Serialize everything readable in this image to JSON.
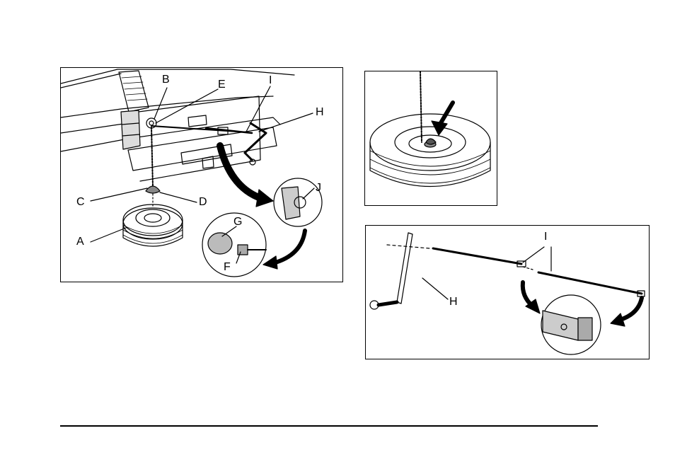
{
  "figure_left": {
    "labels": {
      "A": "A",
      "B": "B",
      "C": "C",
      "D": "D",
      "E": "E",
      "F": "F",
      "G": "G",
      "H": "H",
      "I": "I",
      "J": "J"
    }
  },
  "figure_tire": {},
  "figure_tools": {
    "labels": {
      "H": "H",
      "I": "I"
    }
  }
}
